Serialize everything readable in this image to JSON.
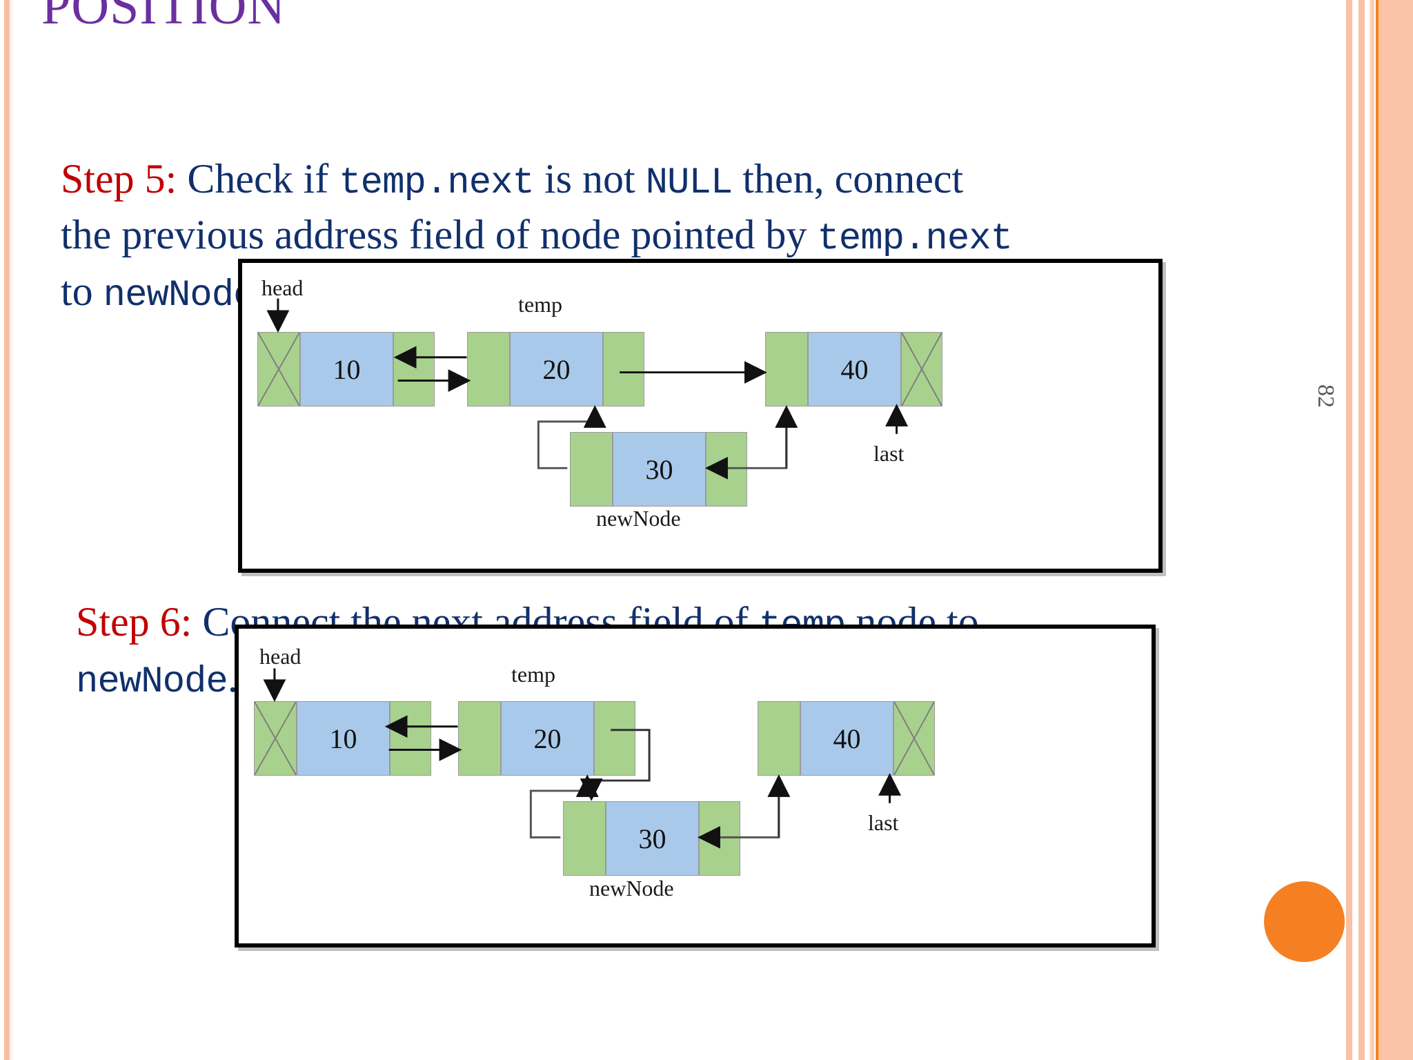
{
  "slide": {
    "title": "POSITION",
    "page_number": "82",
    "accent_purple": "#6b2fa0",
    "text_navy": "#11306b",
    "step_red": "#c00000",
    "node_green": "#a9d18e",
    "node_blue": "#a8c9ea",
    "orange": "#f58023",
    "stripe_peach": "#f9c1a6"
  },
  "steps": [
    {
      "label": "Step 5:",
      "text_parts": [
        {
          "type": "text",
          "value": " Check if "
        },
        {
          "type": "code",
          "value": "temp.next"
        },
        {
          "type": "text",
          "value": " is not "
        },
        {
          "type": "code",
          "value": "NULL"
        },
        {
          "type": "text",
          "value": " then, connect the previous address field of node pointed by "
        },
        {
          "type": "code",
          "value": "temp.next"
        },
        {
          "type": "text",
          "value": " to "
        },
        {
          "type": "code",
          "value": "newNode"
        },
        {
          "type": "text",
          "value": "."
        }
      ]
    },
    {
      "label": "Step 6:",
      "text_parts": [
        {
          "type": "text",
          "value": "  Connect the next address field of "
        },
        {
          "type": "code",
          "value": "temp"
        },
        {
          "type": "text",
          "value": " node to "
        },
        {
          "type": "code",
          "value": "newNode"
        },
        {
          "type": "text",
          "value": "."
        }
      ]
    }
  ],
  "diagrams": [
    {
      "id": "diagram-step-5",
      "pointers": {
        "head": "head",
        "temp": "temp",
        "last": "last",
        "newnode": "newNode"
      },
      "nodes": [
        {
          "name": "node-10",
          "value": "10",
          "prev_null": true,
          "next_null": false
        },
        {
          "name": "node-20",
          "value": "20",
          "prev_null": false,
          "next_null": false
        },
        {
          "name": "node-40",
          "value": "40",
          "prev_null": false,
          "next_null": true
        },
        {
          "name": "node-30",
          "value": "30",
          "prev_null": false,
          "next_null": false
        }
      ]
    },
    {
      "id": "diagram-step-6",
      "pointers": {
        "head": "head",
        "temp": "temp",
        "last": "last",
        "newnode": "newNode"
      },
      "nodes": [
        {
          "name": "node-10",
          "value": "10",
          "prev_null": true,
          "next_null": false
        },
        {
          "name": "node-20",
          "value": "20",
          "prev_null": false,
          "next_null": false
        },
        {
          "name": "node-40",
          "value": "40",
          "prev_null": false,
          "next_null": true
        },
        {
          "name": "node-30",
          "value": "30",
          "prev_null": false,
          "next_null": false
        }
      ]
    }
  ]
}
